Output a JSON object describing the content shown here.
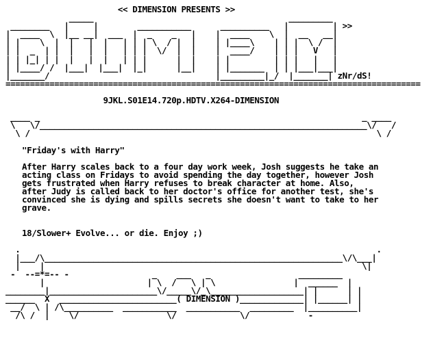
{
  "nfo": {
    "header": "                       << DIMENSION PRESENTS >>",
    "logo": [
      "",
      "             _____                                        _________",
      " ________   |     |        ___________      __________   |         | >>",
      "|  ____  \\  |__ __|  ___  |  _    _   |    |  ____    \\  |  __   __|",
      "| |    \\  |  |   |  |   | | | \\  / |  |    | |____\\    | | |  \\ /  |",
      "| |  _  | |  |   |  |   | | |  \\/  |  |    |  ____/    | | |   V   |",
      "| | |_| | |  |   |  |   | | |      |  |    | |         | | |   |   |",
      "| |____/ /  |___|  |___|  |_|      |__|    | |_______  | | |___|___|",
      "|_______/                                  |_________|_/  |_______| zNr/dS!"
    ],
    "divider": "=====================================================================================",
    "release_name": "                    9JKL.S01E14.720p.HDTV.X264-DIMENSION",
    "box_top": " ____ _                                                                  _ ____\n \\   \\/___________________________________________________________________\\/   /\n  \\ /                                                                       \\ /",
    "episode_title": "\"Friday's with Harry\"",
    "description": [
      "After Harry scales back to a four day work week, Josh suggests he take an",
      "acting class on Fridays to avoid spending the day together, however Josh",
      "gets frustrated when Harry refuses to break character at home. Also,",
      "after Judy is called back to her doctor's office for another test, she's",
      "convinced she is dying and spills secrets she doesn't want to take to her",
      "grave."
    ],
    "signoff": "18/Slower+ Evolve... or die. Enjoy ;)",
    "box_bottom": "  .                                                                         .\n  |___/\\_____________________________________________________________\\/\\___|\n  |    |                                                                 \\|",
    "footer_art": [
      " -  --=*=-- -                 _    ___   _                  _________",
      "       |                     | \\  /   \\ | \\                |  ______  |",
      "________|______________________\\/_____\\/_\\___________________| |      | |",
      "______  X  ________________________( DIMENSION )_____________| |______| |",
      " __/  \\ | /\\__________  ___________  ___________  _________  |__________|",
      "  /\\ /  |    \\/                  \\/             \\/            -"
    ],
    "group_name": "DIMENSION"
  }
}
